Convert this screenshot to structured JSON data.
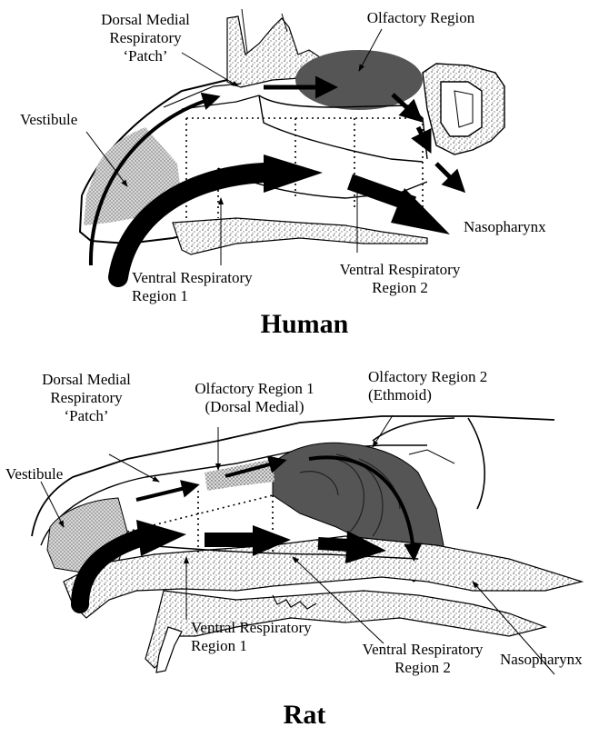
{
  "colors": {
    "olfactory": "#555555",
    "vestibule": "#c8c8c8",
    "line": "#000000",
    "bone_speckle": "#6a6a6a"
  },
  "human": {
    "title": "Human",
    "labels": {
      "dorsal_medial_line1": "Dorsal Medial",
      "dorsal_medial_line2": "Respiratory",
      "dorsal_medial_line3": "‘Patch’",
      "olfactory": "Olfactory Region",
      "vestibule": "Vestibule",
      "nasopharynx": "Nasopharynx",
      "ventral1_line1": "Ventral Respiratory",
      "ventral1_line2": "Region 1",
      "ventral2_line1": "Ventral Respiratory",
      "ventral2_line2": "Region 2"
    }
  },
  "rat": {
    "title": "Rat",
    "labels": {
      "dorsal_medial_line1": "Dorsal Medial",
      "dorsal_medial_line2": "Respiratory",
      "dorsal_medial_line3": "‘Patch’",
      "olfactory1_line1": "Olfactory Region 1",
      "olfactory1_line2": "(Dorsal Medial)",
      "olfactory2_line1": "Olfactory Region 2",
      "olfactory2_line2": "(Ethmoid)",
      "vestibule": "Vestibule",
      "ventral1_line1": "Ventral Respiratory",
      "ventral1_line2": "Region 1",
      "ventral2_line1": "Ventral Respiratory",
      "ventral2_line2": "Region 2",
      "nasopharynx": "Nasopharynx"
    }
  }
}
